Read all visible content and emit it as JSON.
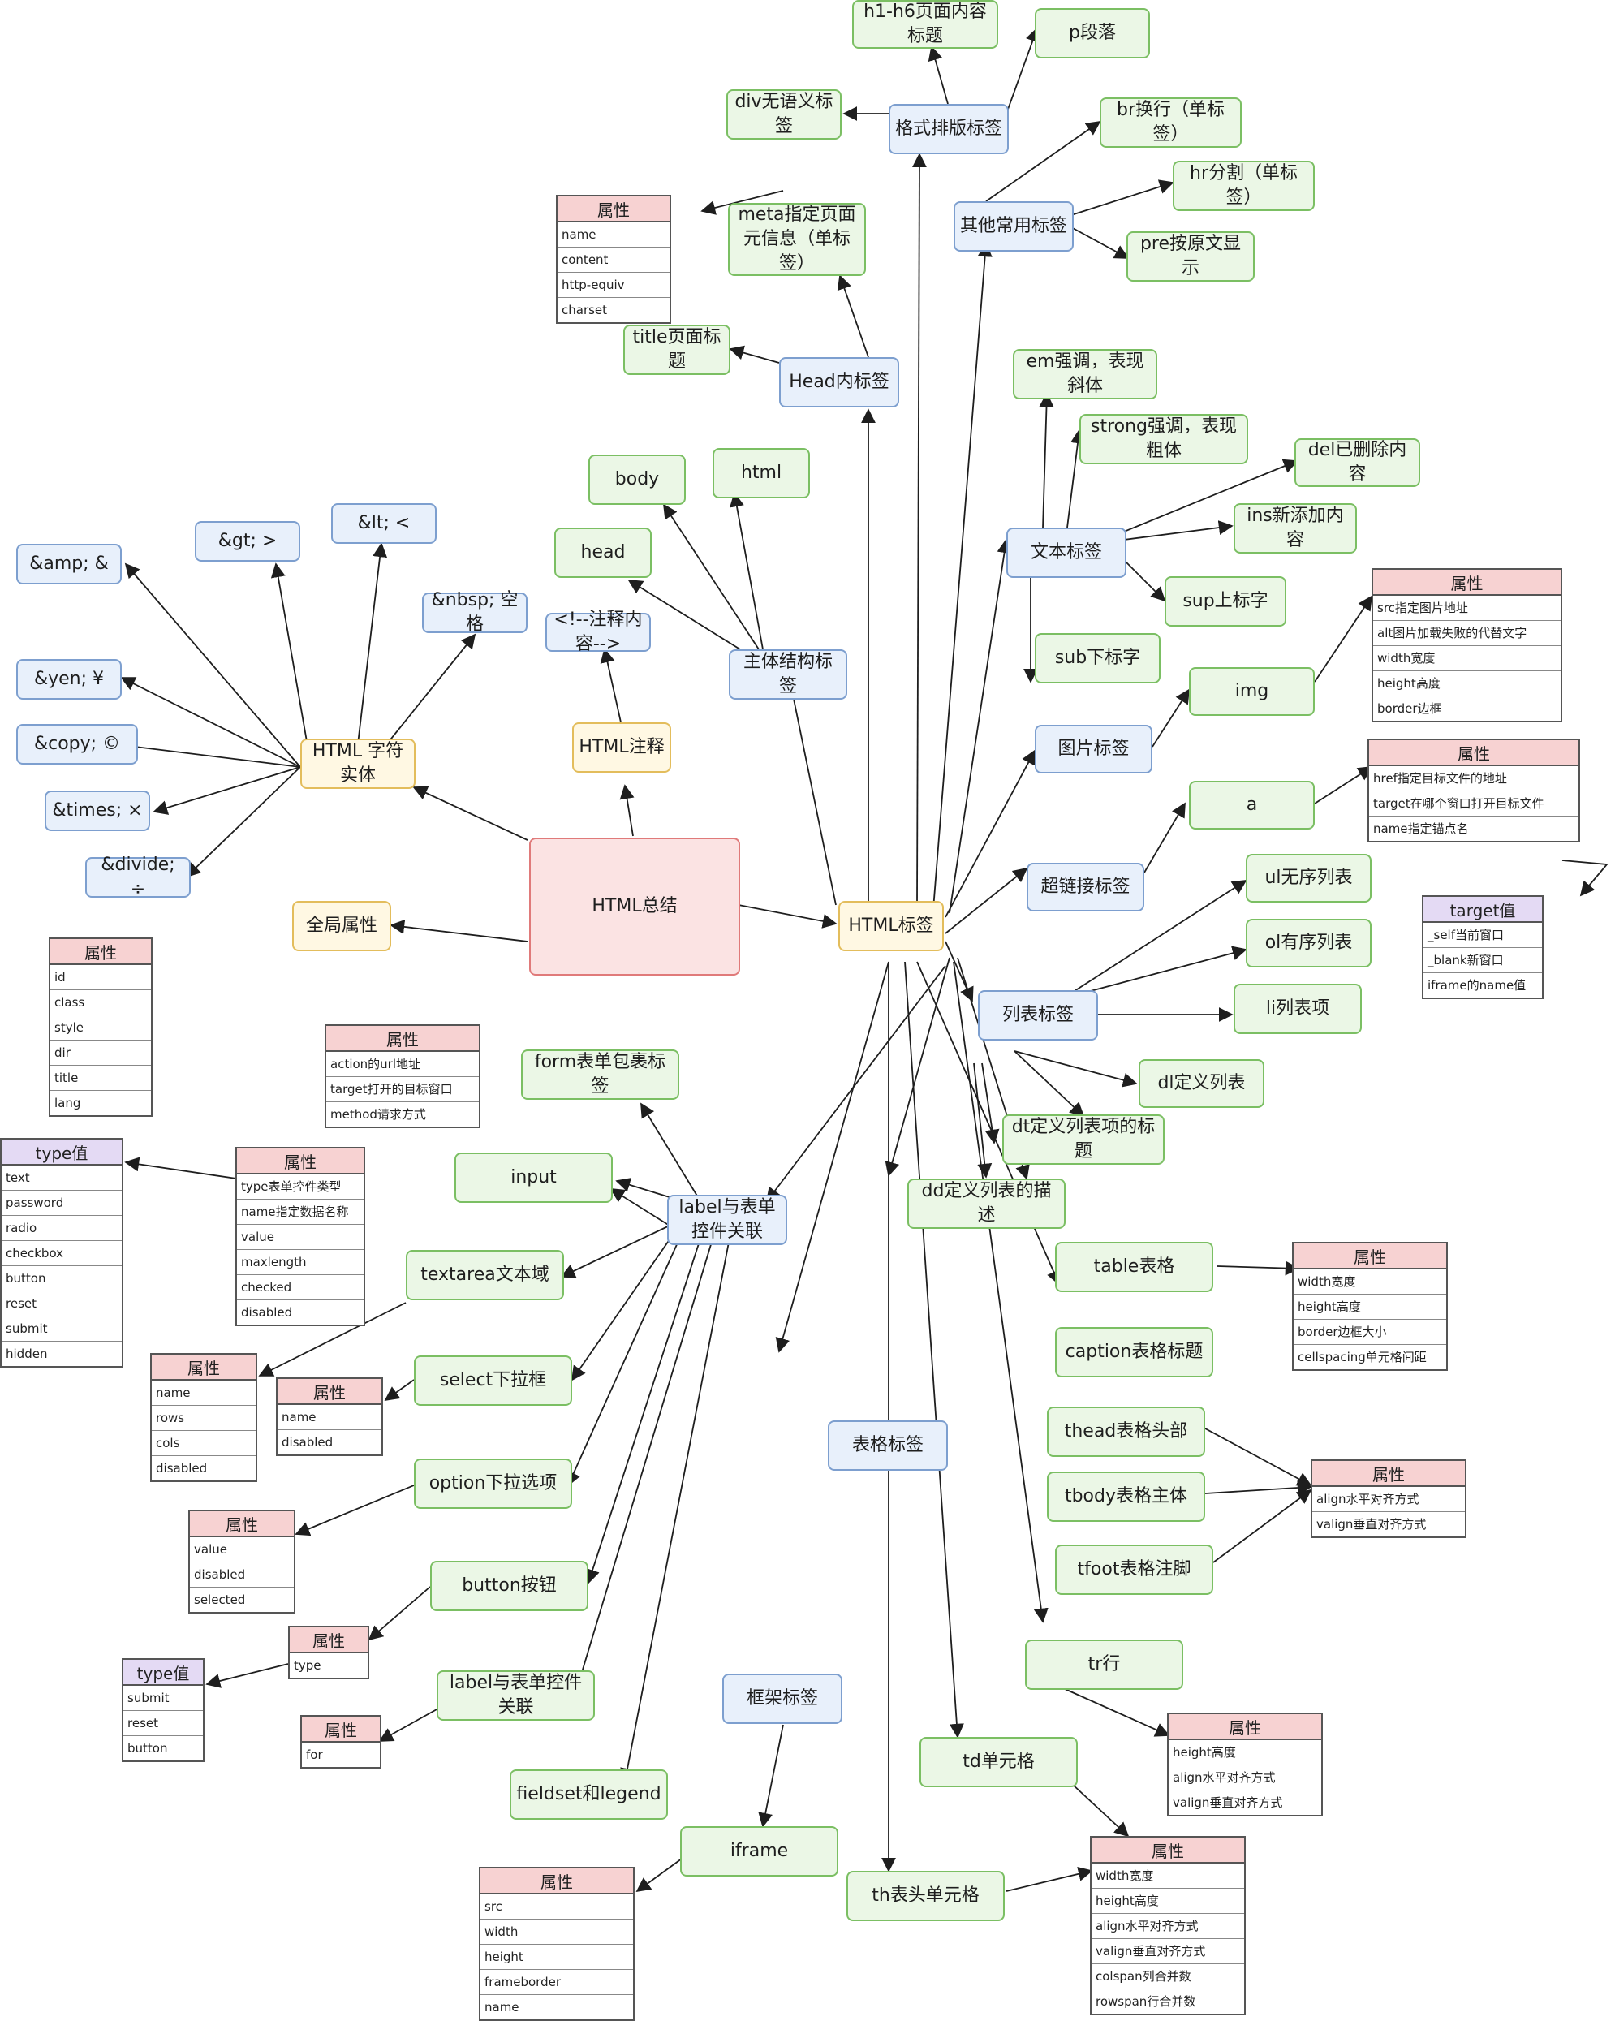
{
  "center": "HTML总结",
  "html_tag": "HTML标签",
  "global_attr": "全局属性",
  "global_attrs": [
    "id",
    "class",
    "style",
    "dir",
    "title",
    "lang"
  ],
  "entity": "HTML 字符实体",
  "entities": [
    "&amp; &",
    "&gt; >",
    "&lt; <",
    "&nbsp; 空格",
    "&yen; ¥",
    "&copy; ©",
    "&times; ×",
    "&divide; ÷"
  ],
  "comment": "HTML注释",
  "comment_content": "<!--注释内容-->",
  "structure": "主体结构标签",
  "structure_items": [
    "head",
    "body",
    "html"
  ],
  "head_tags": {
    "label": "Head内标签",
    "meta": "meta指定页面元信息（单标签）",
    "title": "title页面标题",
    "attr_header": "属性",
    "meta_attrs": [
      "name",
      "content",
      "http-equiv",
      "charset"
    ]
  },
  "format": {
    "label": "格式排版标签",
    "div": "div无语义标签",
    "h": "h1-h6页面内容标题",
    "p": "p段落"
  },
  "other": {
    "label": "其他常用标签",
    "br": "br换行（单标签）",
    "hr": "hr分割（单标签）",
    "pre": "pre按原文显示"
  },
  "text": {
    "label": "文本标签",
    "em": "em强调，表现斜体",
    "strong": "strong强调，表现粗体",
    "del": "del已删除内容",
    "ins": "ins新添加内容",
    "sup": "sup上标字",
    "sub": "sub下标字"
  },
  "image": {
    "label": "图片标签",
    "img": "img",
    "attr_header": "属性",
    "attrs": [
      "src指定图片地址",
      "alt图片加载失败的代替文字",
      "width宽度",
      "height高度",
      "border边框"
    ]
  },
  "link": {
    "label": "超链接标签",
    "a": "a",
    "attr_header": "属性",
    "attrs": [
      "href指定目标文件的地址",
      "target在哪个窗口打开目标文件",
      "name指定锚点名"
    ],
    "target_header": "target值",
    "targets": [
      "_self当前窗口",
      "_blank新窗口",
      "iframe的name值"
    ]
  },
  "list": {
    "label": "列表标签",
    "ul": "ul无序列表",
    "ol": "ol有序列表",
    "li": "li列表项",
    "dl": "dl定义列表",
    "dt": "dt定义列表项的标题",
    "dd": "dd定义列表的描述"
  },
  "form": {
    "label": "label与表单控件关联",
    "form": "form表单包裹标签",
    "form_attr_header": "属性",
    "form_attrs": [
      "action的url地址",
      "target打开的目标窗口",
      "method请求方式"
    ],
    "input": "input",
    "input_attr_header": "属性",
    "input_attrs": [
      "type表单控件类型",
      "name指定数据名称",
      "value",
      "maxlength",
      "checked",
      "disabled"
    ],
    "type_header": "type值",
    "types": [
      "text",
      "password",
      "radio",
      "checkbox",
      "button",
      "reset",
      "submit",
      "hidden"
    ],
    "textarea": "textarea文本域",
    "textarea_attr_header": "属性",
    "textarea_attrs": [
      "name",
      "rows",
      "cols",
      "disabled"
    ],
    "select": "select下拉框",
    "select_attr_header": "属性",
    "select_attrs": [
      "name",
      "disabled"
    ],
    "option": "option下拉选项",
    "option_attr_header": "属性",
    "option_attrs": [
      "value",
      "disabled",
      "selected"
    ],
    "button": "button按钮",
    "button_attr_header": "属性",
    "button_attrs": [
      "type"
    ],
    "btype_header": "type值",
    "btypes": [
      "submit",
      "reset",
      "button"
    ],
    "label_attr_header": "属性",
    "label_attrs": [
      "for"
    ],
    "fieldset": "fieldset和legend"
  },
  "frame": {
    "label": "框架标签",
    "iframe": "iframe",
    "attr_header": "属性",
    "attrs": [
      "src",
      "width",
      "height",
      "frameborder",
      "name"
    ]
  },
  "table": {
    "label": "表格标签",
    "table": "table表格",
    "table_attr_header": "属性",
    "table_attrs": [
      "width宽度",
      "height高度",
      "border边框大小",
      "cellspacing单元格间距"
    ],
    "caption": "caption表格标题",
    "thead": "thead表格头部",
    "tbody": "tbody表格主体",
    "tfoot": "tfoot表格注脚",
    "section_attr_header": "属性",
    "section_attrs": [
      "align水平对齐方式",
      "valign垂直对齐方式"
    ],
    "tr": "tr行",
    "tr_attr_header": "属性",
    "tr_attrs": [
      "height高度",
      "align水平对齐方式",
      "valign垂直对齐方式"
    ],
    "td": "td单元格",
    "th": "th表头单元格",
    "cell_attr_header": "属性",
    "cell_attrs": [
      "width宽度",
      "height高度",
      "align水平对齐方式",
      "valign垂直对齐方式",
      "colspan列合并数",
      "rowspan行合并数"
    ]
  },
  "colors": {
    "green": "#7bbf63",
    "blue": "#7d9fcf",
    "yellow": "#e3bd5c",
    "red": "#e07a7a",
    "purple": "#a68bd1"
  }
}
